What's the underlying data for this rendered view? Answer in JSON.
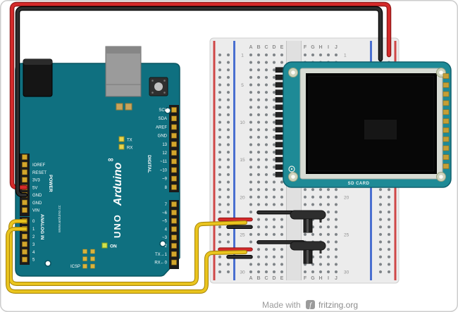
{
  "canvas": {
    "background": "#ffffff",
    "border_color": "#cccccc"
  },
  "arduino": {
    "board_color": "#0f7080",
    "brand": "Arduino",
    "model": "UNO",
    "logo_glyph": "∞",
    "url": "www.arduino.cc",
    "groups": {
      "digital": "DIGITAL",
      "power": "POWER",
      "analog": "ANALOG IN",
      "icsp": "ICSP"
    },
    "leds": {
      "on": "ON",
      "tx": "TX",
      "rx": "RX"
    },
    "pins": {
      "digital_top": [
        "SCL",
        "SDA",
        "AREF",
        "GND",
        "13",
        "12",
        "~11",
        "~10",
        "~9",
        "8"
      ],
      "digital_bottom": [
        "7",
        "~6",
        "~5",
        "4",
        "~3",
        "2",
        "TX→1",
        "RX←0"
      ],
      "power": [
        "IOREF",
        "RESET",
        "3V3",
        "5V",
        "GND",
        "GND",
        "VIN"
      ],
      "analog": [
        "0",
        "1",
        "2",
        "3",
        "4",
        "5"
      ]
    }
  },
  "breadboard": {
    "body_color": "#ececec",
    "letters_left": [
      "A",
      "B",
      "C",
      "D",
      "E"
    ],
    "letters_right": [
      "F",
      "G",
      "H",
      "I",
      "J"
    ],
    "row_numbers": [
      "1",
      "5",
      "10",
      "15",
      "20",
      "25",
      "30"
    ],
    "rail_positive_color": "#cf4747",
    "rail_negative_color": "#4a6fd0"
  },
  "tft": {
    "board_color": "#1e8a96",
    "sd_label": "SD CARD"
  },
  "components": {
    "potentiometer_count": 2
  },
  "wires": {
    "positive_color": "#d42a2a",
    "ground_color": "#2e2e2e",
    "signal_color": "#eac51e"
  },
  "watermark": {
    "prefix": "Made with",
    "brand": "fritzing.org",
    "icon_glyph": "f"
  }
}
